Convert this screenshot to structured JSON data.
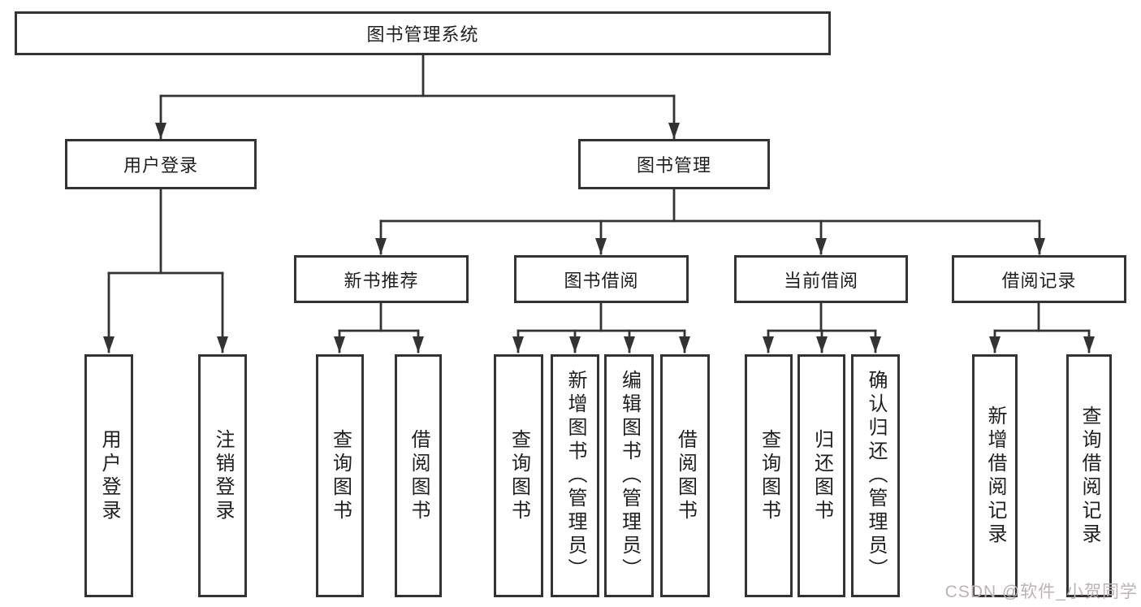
{
  "tree": {
    "root": {
      "label": "图书管理系统",
      "children": [
        {
          "label": "用户登录",
          "children": [
            {
              "label": "用户登录"
            },
            {
              "label": "注销登录"
            }
          ]
        },
        {
          "label": "图书管理",
          "children": [
            {
              "label": "新书推荐",
              "children": [
                {
                  "label": "查询图书"
                },
                {
                  "label": "借阅图书"
                }
              ]
            },
            {
              "label": "图书借阅",
              "children": [
                {
                  "label": "查询图书"
                },
                {
                  "label": "新增图书（管理员）"
                },
                {
                  "label": "编辑图书（管理员）"
                },
                {
                  "label": "借阅图书"
                }
              ]
            },
            {
              "label": "当前借阅",
              "children": [
                {
                  "label": "查询图书"
                },
                {
                  "label": "归还图书"
                },
                {
                  "label": "确认归还（管理员）"
                }
              ]
            },
            {
              "label": "借阅记录",
              "children": [
                {
                  "label": "新增借阅记录"
                },
                {
                  "label": "查询借阅记录"
                }
              ]
            }
          ]
        }
      ]
    }
  },
  "watermark": {
    "text": "CSDN @软件_小贺同学"
  },
  "colors": {
    "line": "#333333",
    "text": "#1f1f1f",
    "watermark": "#bcb3b3",
    "background": "#ffffff"
  }
}
